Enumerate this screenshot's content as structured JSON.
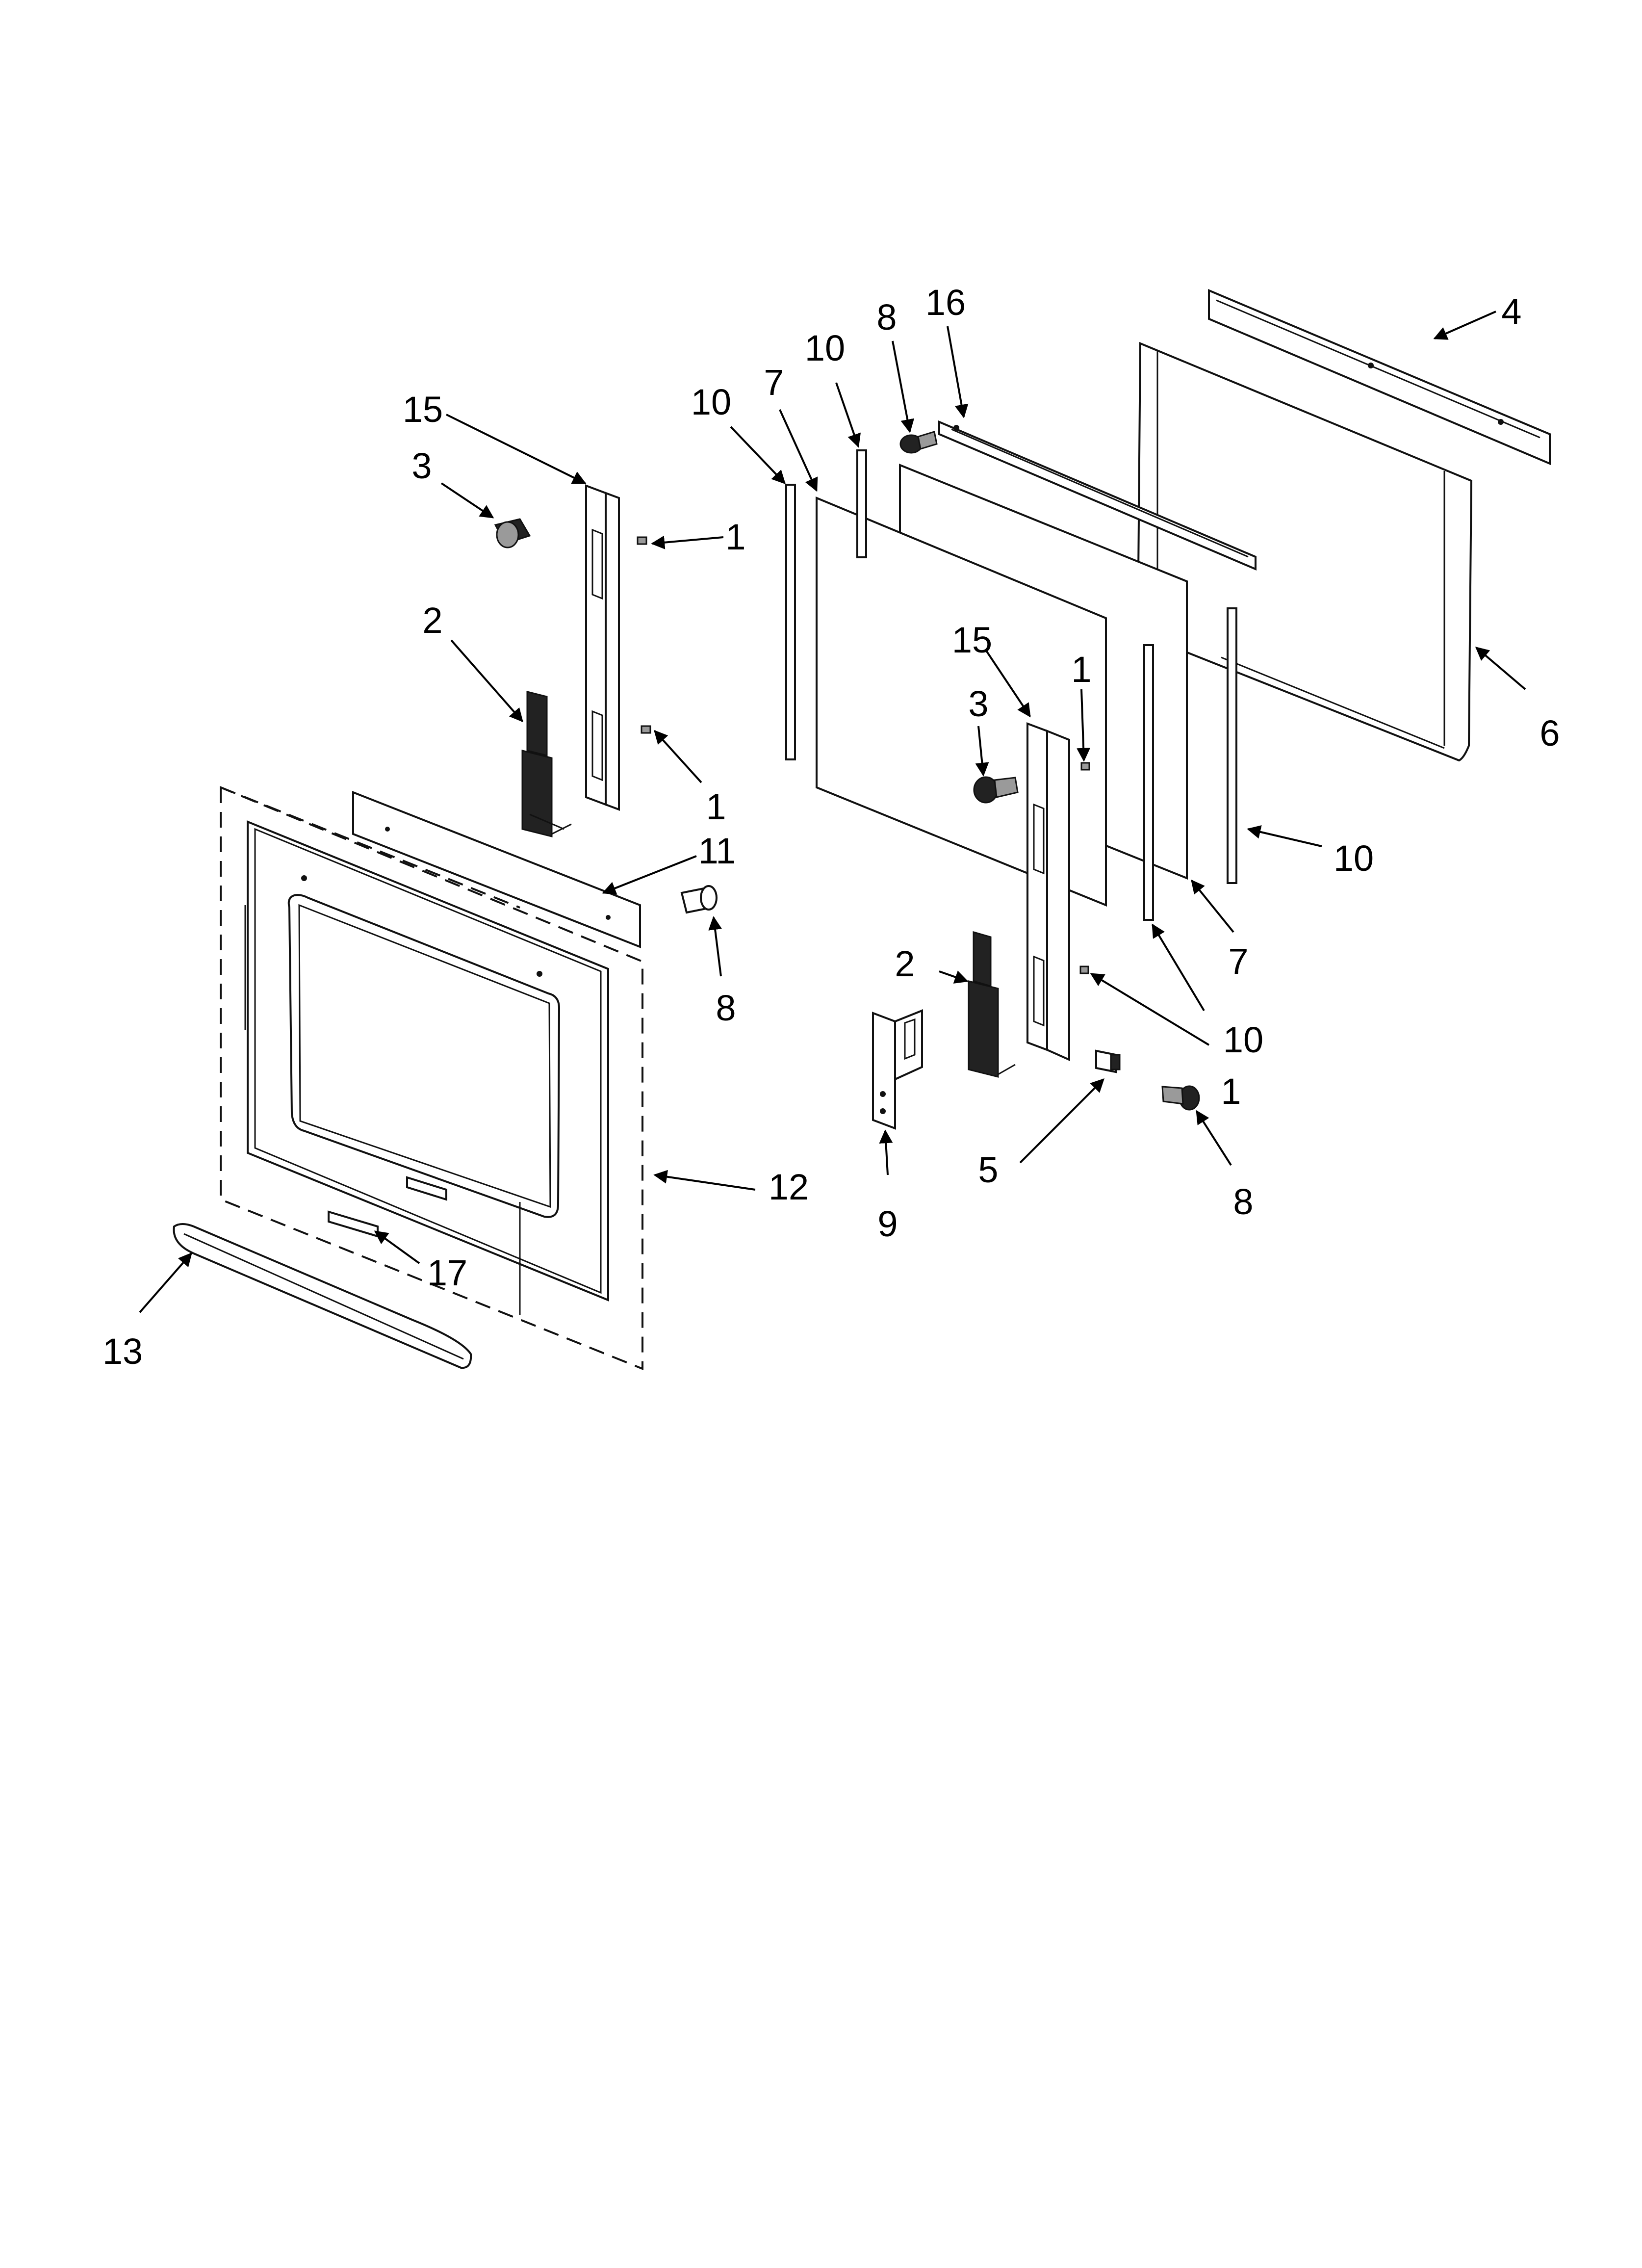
{
  "diagram": {
    "callouts": [
      "1",
      "2",
      "3",
      "4",
      "5",
      "6",
      "7",
      "8",
      "9",
      "10",
      "11",
      "12",
      "13",
      "15",
      "16",
      "17"
    ]
  }
}
